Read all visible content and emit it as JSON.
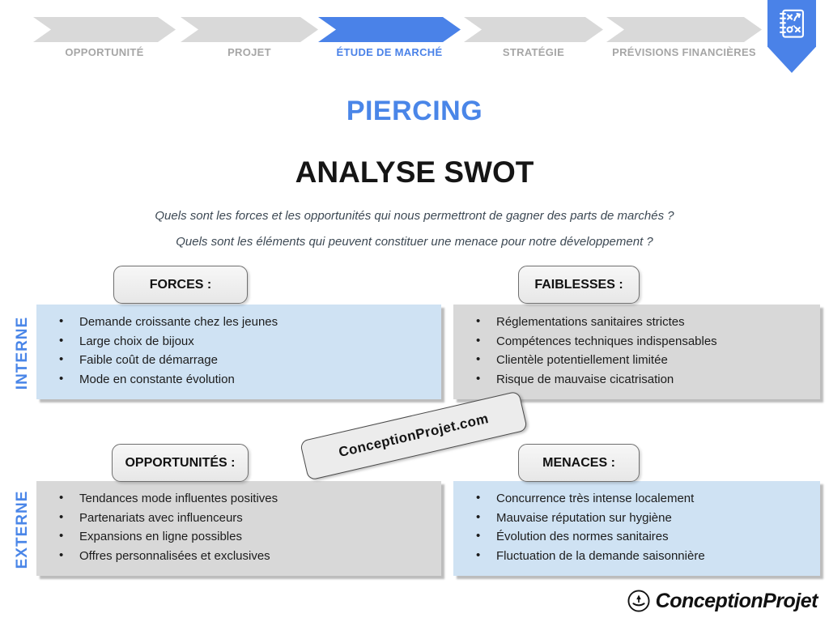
{
  "stepper": {
    "steps": [
      {
        "label": "OPPORTUNITÉ",
        "active": false
      },
      {
        "label": "PROJET",
        "active": false
      },
      {
        "label": "ÉTUDE DE MARCHÉ",
        "active": true
      },
      {
        "label": "STRATÉGIE",
        "active": false
      },
      {
        "label": "PRÉVISIONS FINANCIÈRES",
        "active": false
      }
    ],
    "bookmark_icon": "strategy-playbook-icon"
  },
  "titles": {
    "main": "PIERCING",
    "subtitle": "ANALYSE SWOT"
  },
  "questions": [
    "Quels sont les forces et les opportunités qui nous permettront de gagner des parts de marchés ?",
    "Quels sont les éléments qui peuvent constituer une menace pour notre développement ?"
  ],
  "axis_labels": {
    "internal": "INTERNE",
    "external": "EXTERNE"
  },
  "quadrants": {
    "forces": {
      "title": "FORCES :",
      "items": [
        "Demande croissante chez les jeunes",
        "Large choix de bijoux",
        "Faible coût de démarrage",
        "Mode en constante évolution"
      ]
    },
    "faiblesses": {
      "title": "FAIBLESSES :",
      "items": [
        "Réglementations sanitaires strictes",
        "Compétences techniques indispensables",
        "Clientèle potentiellement limitée",
        "Risque de mauvaise cicatrisation"
      ]
    },
    "opportunites": {
      "title": "OPPORTUNITÉS :",
      "items": [
        "Tendances mode influentes positives",
        "Partenariats avec influenceurs",
        "Expansions en ligne possibles",
        "Offres personnalisées et exclusives"
      ]
    },
    "menaces": {
      "title": "MENACES :",
      "items": [
        "Concurrence très intense localement",
        "Mauvaise réputation sur hygiène",
        "Évolution des normes sanitaires",
        "Fluctuation de la demande saisonnière"
      ]
    }
  },
  "watermark": "ConceptionProjet.com",
  "footer": {
    "brand": "ConceptionProjet"
  },
  "colors": {
    "accent_blue": "#4a82e8",
    "title_blue": "#4a86e8",
    "light_blue_fill": "#cfe2f3",
    "gray_fill": "#d8d8d8",
    "chevron_gray": "#d9d9d9",
    "inactive_label_gray": "#a6a6a6"
  }
}
